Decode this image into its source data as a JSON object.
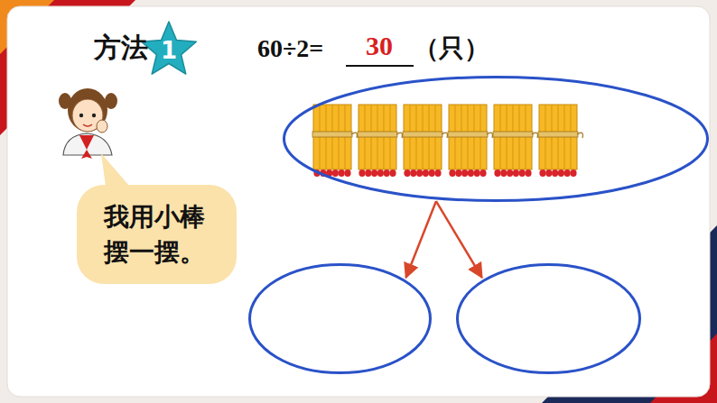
{
  "diagram": {
    "nodes": [
      {
        "text": [
          "我用小棒摆一摆。"
        ]
      },
      {
        "text": []
      },
      {
        "text": []
      },
      {
        "text": []
      }
    ],
    "edges": [
      {
        "from": 1,
        "to": 2,
        "arrow": "to"
      },
      {
        "from": 1,
        "to": 3,
        "arrow": "to"
      }
    ],
    "labels": [
      "方法",
      "1",
      "60÷2=",
      "30",
      "（只）"
    ]
  }
}
